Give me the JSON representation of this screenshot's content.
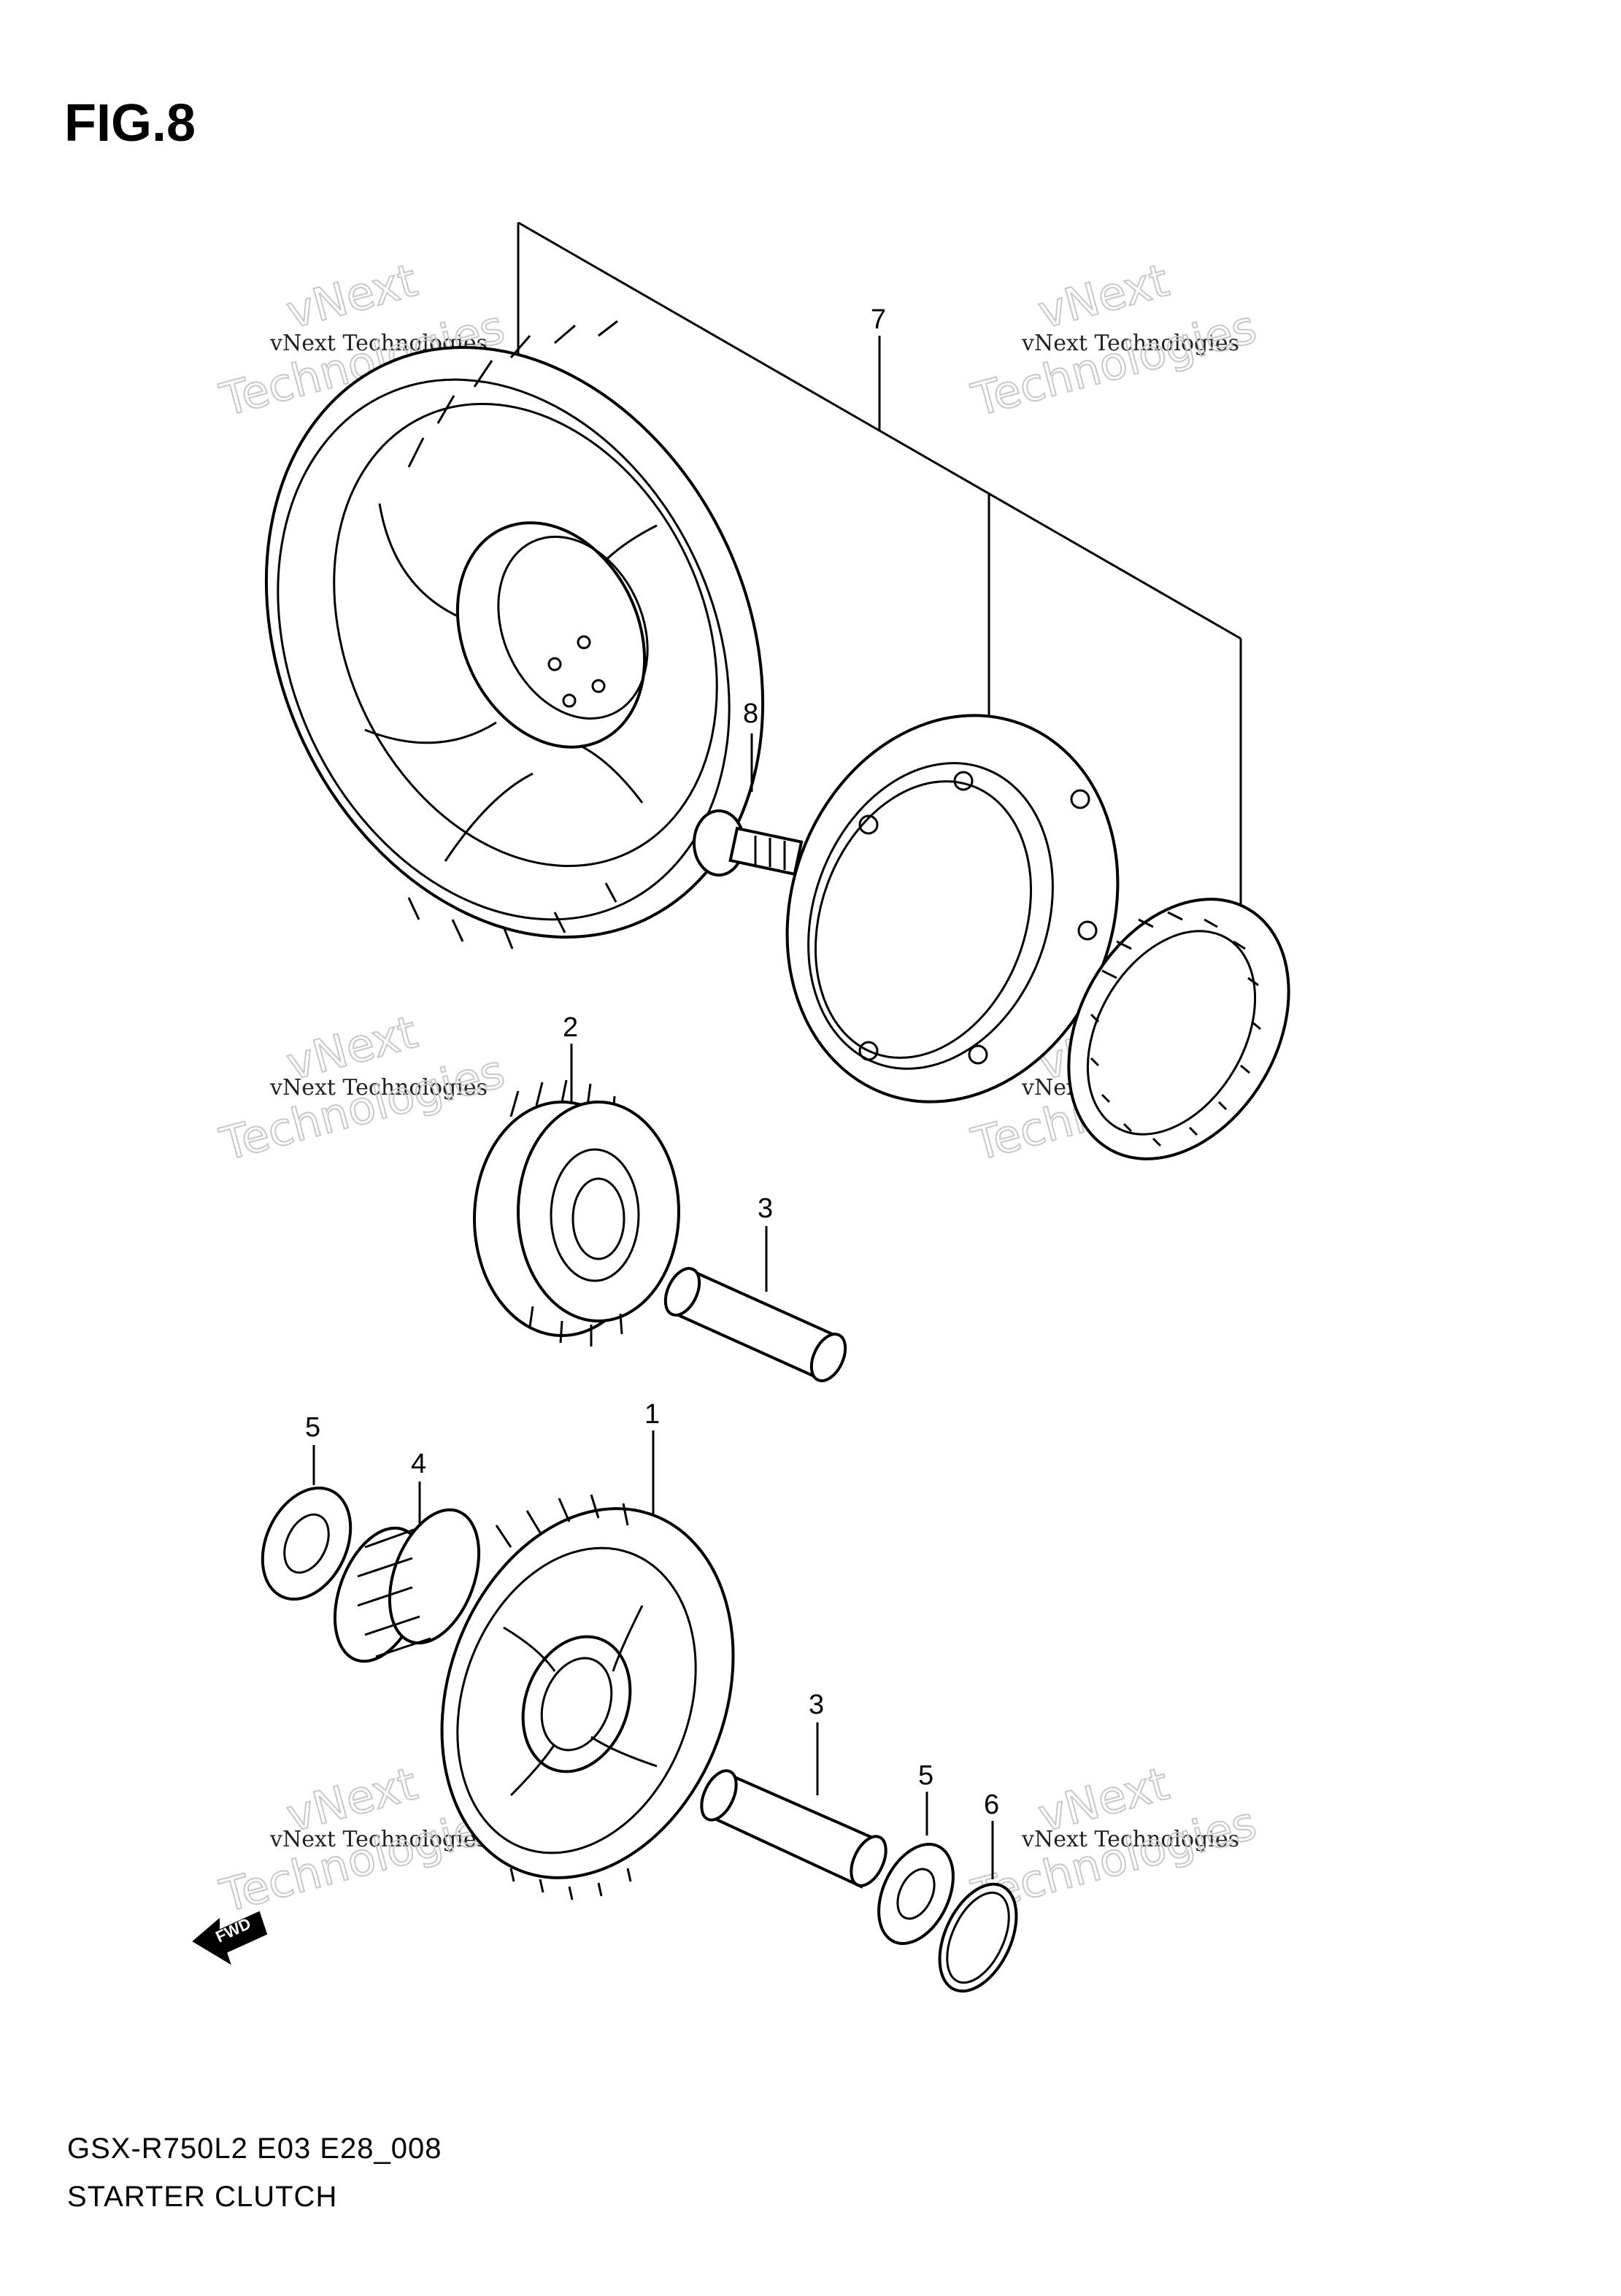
{
  "figure_label": "FIG.8",
  "footer": {
    "model_code": "GSX-R750L2 E03 E28_008",
    "section_title": "STARTER CLUTCH"
  },
  "fwd_label": "FWD",
  "callouts": {
    "c1": "1",
    "c2": "2",
    "c3a": "3",
    "c3b": "3",
    "c4": "4",
    "c5a": "5",
    "c5b": "5",
    "c6": "6",
    "c7": "7",
    "c8": "8"
  },
  "watermark": {
    "brand": "vNext",
    "company": "vNext Technologies",
    "word": "Technologies"
  }
}
